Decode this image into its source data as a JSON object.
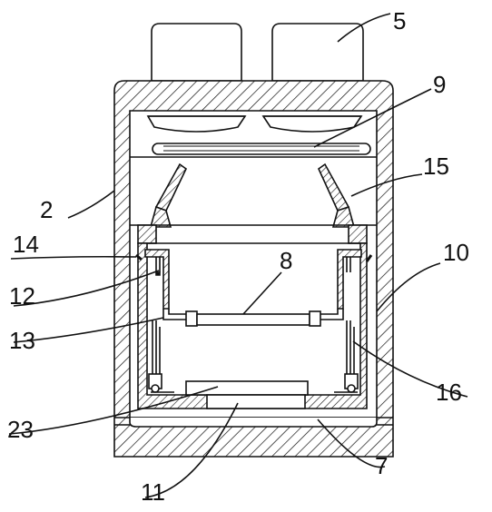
{
  "labels": {
    "l2": "2",
    "l5": "5",
    "l7": "7",
    "l8": "8",
    "l9": "9",
    "l10": "10",
    "l11": "11",
    "l12": "12",
    "l13": "13",
    "l14": "14",
    "l15": "15",
    "l16": "16",
    "l23": "23"
  },
  "colors": {
    "stroke": "#111111",
    "background": "#ffffff"
  }
}
